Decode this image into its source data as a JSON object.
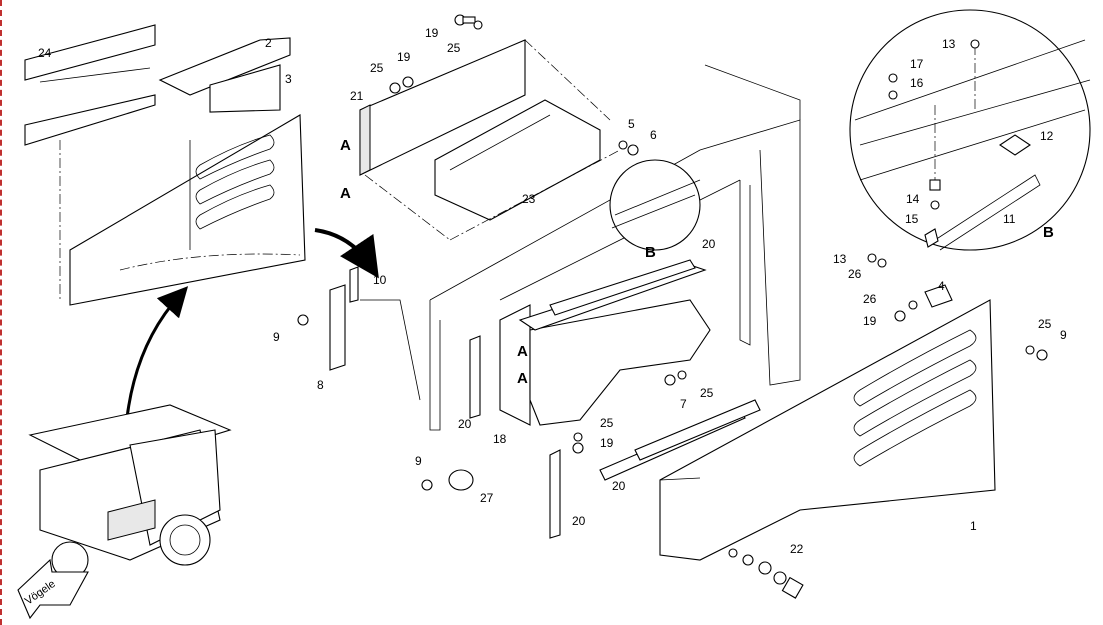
{
  "callouts": [
    "1",
    "2",
    "3",
    "4",
    "5",
    "6",
    "7",
    "8",
    "9",
    "10",
    "11",
    "12",
    "13",
    "14",
    "15",
    "16",
    "17",
    "18",
    "19",
    "20",
    "21",
    "22",
    "23",
    "24",
    "25",
    "26",
    "27"
  ],
  "view_letters": {
    "a": "A",
    "b": "B"
  },
  "brand_text": "Vögele",
  "icons": {
    "detail": "magnifier-circle-icon",
    "arrow": "curved-arrow-icon",
    "brand": "vogele-arrow-logo"
  }
}
